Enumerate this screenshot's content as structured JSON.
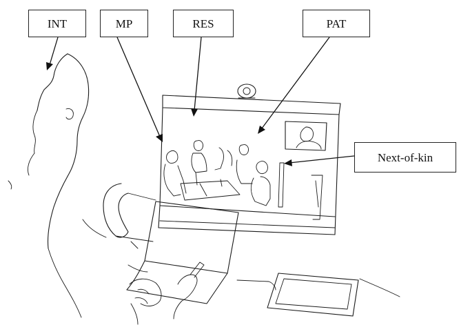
{
  "labels": {
    "int": "INT",
    "mp": "MP",
    "res": "RES",
    "pat": "PAT",
    "next_of_kin": "Next-of-kin"
  },
  "colors": {
    "ink": "#1a1a1a",
    "background": "#ffffff"
  }
}
